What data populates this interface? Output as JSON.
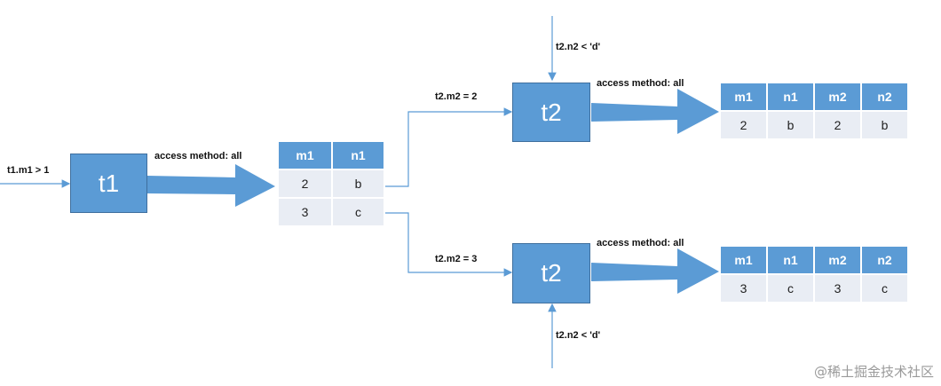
{
  "input_condition": "t1.m1 > 1",
  "t1": {
    "label": "t1",
    "access_label": "access method: all",
    "columns": [
      "m1",
      "n1"
    ],
    "rows": [
      [
        "2",
        "b"
      ],
      [
        "3",
        "c"
      ]
    ]
  },
  "branch_top": {
    "join_condition": "t2.m2 = 2",
    "filter_condition": "t2.n2 < 'd'",
    "node_label": "t2",
    "access_label": "access method: all",
    "columns": [
      "m1",
      "n1",
      "m2",
      "n2"
    ],
    "rows": [
      [
        "2",
        "b",
        "2",
        "b"
      ]
    ]
  },
  "branch_bottom": {
    "join_condition": "t2.m2 = 3",
    "filter_condition": "t2.n2 < 'd'",
    "node_label": "t2",
    "access_label": "access method: all",
    "columns": [
      "m1",
      "n1",
      "m2",
      "n2"
    ],
    "rows": [
      [
        "3",
        "c",
        "3",
        "c"
      ]
    ]
  },
  "watermark": "@稀土掘金技术社区",
  "colors": {
    "node": "#5b9bd5",
    "cell": "#e9edf4",
    "line": "#5b9bd5"
  }
}
